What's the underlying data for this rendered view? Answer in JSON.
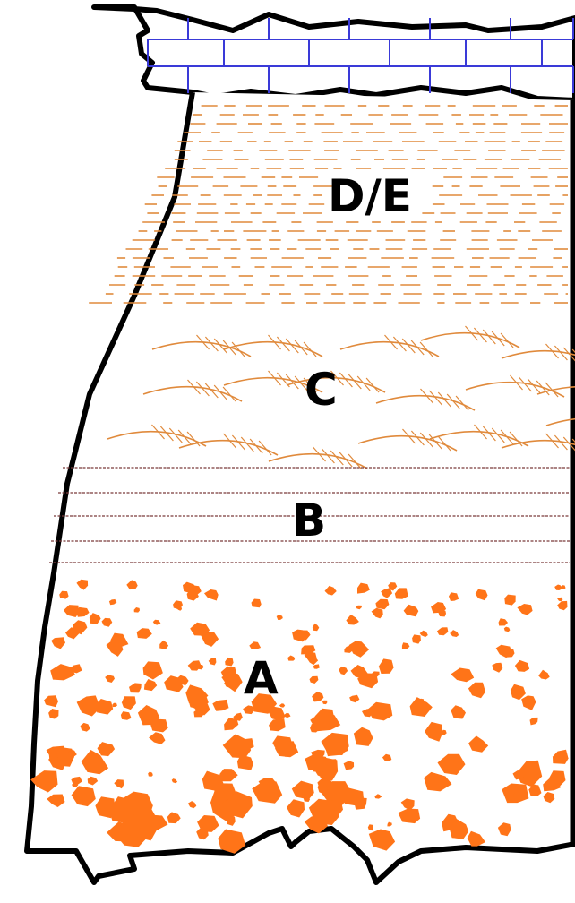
{
  "diagram": {
    "colors": {
      "outline": "#000000",
      "brick_lines": "#3a3ad8",
      "stone": "#ff7418",
      "ripple": "#e08a3c",
      "dash": "#e08a3c",
      "laminae": "#7a3a3a",
      "background": "#ffffff"
    },
    "layers": [
      {
        "key": "A",
        "label": "A",
        "pattern": "pebbles"
      },
      {
        "key": "B",
        "label": "B",
        "pattern": "fine-laminae"
      },
      {
        "key": "C",
        "label": "C",
        "pattern": "ripple-cross-lamination"
      },
      {
        "key": "DE",
        "label": "D/E",
        "pattern": "fine-dashes"
      }
    ],
    "cap": {
      "pattern": "brick"
    }
  }
}
